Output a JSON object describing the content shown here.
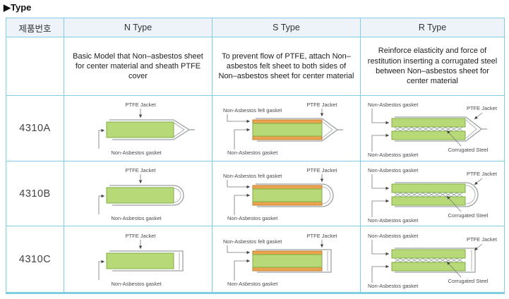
{
  "page_title": "▶Type",
  "colors": {
    "table_border": "#7ecde0",
    "header_bg": "#edf3f8",
    "green": "#b7d977",
    "green_border": "#7fae45",
    "orange": "#eaa44f",
    "orange_border": "#c27b2d",
    "jacket": "#9aa0a2",
    "label_text": "#4a4a4a"
  },
  "table": {
    "headers": [
      "제품번호",
      "N Type",
      "S Type",
      "R Type"
    ],
    "descriptions": {
      "n": "Basic Model that Non–asbestos sheet for center material and sheath PTFE cover",
      "s": "To prevent flow of PTFE, attach Non–asbestos felt sheet to both sides of Non–asbestos sheet for center material",
      "r": "Reinforce elasticity and force of restitution inserting a corrugated steel between Non–asbestos sheet for center material"
    },
    "rows": [
      {
        "product": "4310A",
        "end": "pointed"
      },
      {
        "product": "4310B",
        "end": "round"
      },
      {
        "product": "4310C",
        "end": "flat"
      }
    ]
  },
  "diagram_labels": {
    "ptfe_jacket": "PTFE Jacket",
    "non_asbestos_gasket": "Non-Asbestos gasket",
    "non_asbestos_felt_gasket": "Non-Asbestos felt gasket",
    "corrugated_steel": "Corrugated Steel"
  }
}
